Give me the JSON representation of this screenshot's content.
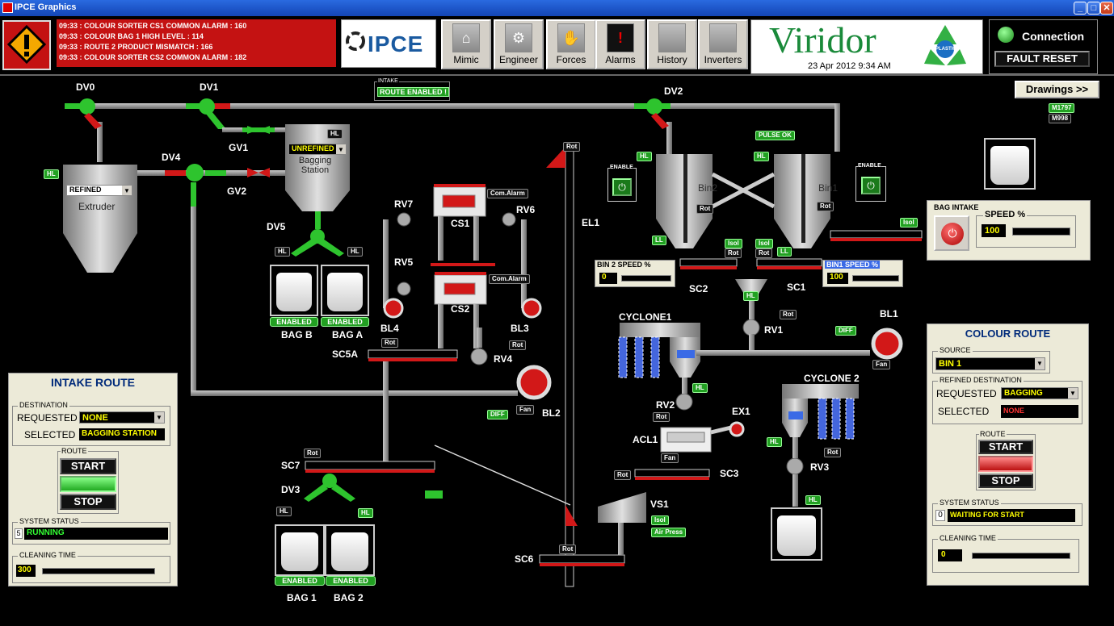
{
  "window": {
    "title": "IPCE Graphics",
    "minimize": "_",
    "maximize": "□",
    "close": "✕"
  },
  "alarms": [
    "09:33 : COLOUR SORTER CS1 COMMON ALARM : 160",
    "09:33 : COLOUR BAG 1 HIGH LEVEL : 114",
    "09:33 : ROUTE 2 PRODUCT MISMATCH : 166",
    "09:33 : COLOUR SORTER CS2 COMMON ALARM : 182"
  ],
  "logo": {
    "text": "IPCE"
  },
  "nav": [
    {
      "label": "Mimic",
      "icon": "home-icon",
      "glyph": "⌂"
    },
    {
      "label": "Engineer",
      "icon": "gears-icon",
      "glyph": "⚙"
    },
    {
      "label": "Forces",
      "icon": "hand-icon",
      "glyph": "✋"
    },
    {
      "label": "Alarms",
      "icon": "alarm-icon",
      "glyph": "!"
    },
    {
      "label": "History",
      "icon": "history-icon",
      "glyph": ""
    },
    {
      "label": "Inverters",
      "icon": "inverters-icon",
      "glyph": ""
    }
  ],
  "brand": {
    "name": "Viridor",
    "datetime": "23 Apr 2012  9:34 AM",
    "recycle_label": "PLASTIC"
  },
  "connection": {
    "label": "Connection",
    "fault_reset": "FAULT RESET"
  },
  "intake_status": {
    "title": "INTAKE",
    "value": "ROUTE ENABLED !"
  },
  "drawings_button": "Drawings >>",
  "motor_tags": [
    "M1797",
    "M998"
  ],
  "mimic_labels": {
    "dv0": "DV0",
    "dv1": "DV1",
    "dv2": "DV2",
    "dv3": "DV3",
    "dv4": "DV4",
    "dv5": "DV5",
    "gv1": "GV1",
    "gv2": "GV2",
    "rv1": "RV1",
    "rv2": "RV2",
    "rv3": "RV3",
    "rv4": "RV4",
    "rv5": "RV5",
    "rv6": "RV6",
    "rv7": "RV7",
    "cs1": "CS1",
    "cs2": "CS2",
    "el1": "EL1",
    "bl1": "BL1",
    "bl2": "BL2",
    "bl3": "BL3",
    "bl4": "BL4",
    "sc1": "SC1",
    "sc2": "SC2",
    "sc3": "SC3",
    "sc5a": "SC5A",
    "sc6": "SC6",
    "sc7": "SC7",
    "vs1": "VS1",
    "ex1": "EX1",
    "acl1": "ACL1",
    "cyclone1": "CYCLONE1",
    "cyclone2": "CYCLONE 2",
    "bin1": "Bin1",
    "bin2": "Bin2",
    "extruder": "Extruder",
    "bagging": "Bagging Station",
    "bag_a": "BAG A",
    "bag_b": "BAG B",
    "bag_1": "BAG 1",
    "bag_2": "BAG 2"
  },
  "extruder_select": "REFINED",
  "bagging_select": "UNREFINED",
  "tags": {
    "hl": "HL",
    "ll": "LL",
    "rot": "Rot",
    "fan": "Fan",
    "isol": "Isol",
    "diff": "DIFF",
    "enabled": "ENABLED",
    "enable": "ENABLE",
    "com_alarm": "Com.Alarm",
    "pulse_ok": "PULSE OK",
    "air_press": "Air Press"
  },
  "bin2_speed": {
    "title": "BIN 2 SPEED %",
    "value": "0"
  },
  "bin1_speed": {
    "title": "BIN1 SPEED %",
    "value": "100"
  },
  "bag_intake": {
    "title": "BAG INTAKE",
    "speed_title": "SPEED %",
    "speed_value": "100"
  },
  "intake_route": {
    "title": "INTAKE ROUTE",
    "destination_title": "DESTINATION",
    "requested_label": "REQUESTED",
    "requested_value": "NONE",
    "selected_label": "SELECTED",
    "selected_value": "BAGGING STATION",
    "route_title": "ROUTE",
    "start": "START",
    "stop": "STOP",
    "system_status_title": "SYSTEM STATUS",
    "status_code": "5",
    "status_value": "RUNNING",
    "cleaning_title": "CLEANING TIME",
    "cleaning_value": "300"
  },
  "colour_route": {
    "title": "COLOUR ROUTE",
    "source_title": "SOURCE",
    "source_value": "BIN 1",
    "refined_title": "REFINED DESTINATION",
    "requested_label": "REQUESTED",
    "requested_value": "BAGGING",
    "selected_label": "SELECTED",
    "selected_value": "NONE",
    "route_title": "ROUTE",
    "start": "START",
    "stop": "STOP",
    "system_status_title": "SYSTEM STATUS",
    "status_code": "0",
    "status_value": "WAITING FOR START",
    "cleaning_title": "CLEANING TIME",
    "cleaning_value": "0"
  },
  "colors": {
    "alarm_red": "#c41212",
    "pipe": "#9a9a9a",
    "valve_green": "#2ec42e",
    "valve_red": "#d21818",
    "panel": "#ecead8"
  }
}
